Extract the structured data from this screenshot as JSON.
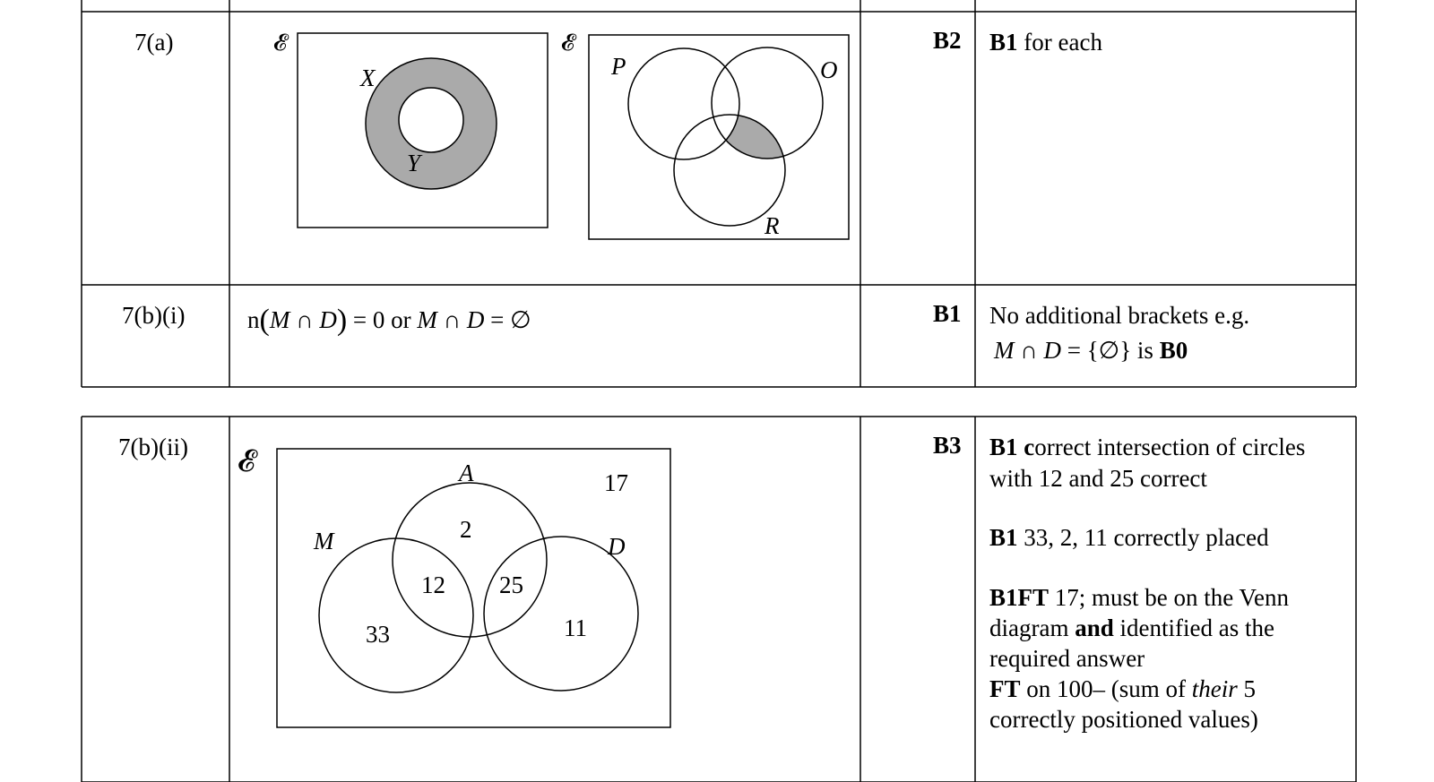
{
  "rows": [
    {
      "question": "7(a)",
      "marks": "B2",
      "venn1": {
        "universal": "𝓔",
        "set_x": "X",
        "set_y": "Y"
      },
      "venn2": {
        "universal": "𝓔",
        "set_p": "P",
        "set_o": "O",
        "set_r": "R"
      },
      "note": {
        "bold": "B1",
        "text": " for each"
      }
    },
    {
      "question": "7(b)(i)",
      "marks": "B1",
      "answer": {
        "n": "n",
        "lparen": "(",
        "m1": "M",
        "cap1": " ∩ ",
        "d1": "D",
        "rparen": ")",
        "eq0": " = 0 or ",
        "m2": "M",
        "cap2": " ∩ ",
        "d2": "D",
        "eqempty": " = ∅"
      },
      "note": {
        "line1": "No additional brackets e.g.",
        "m": "M",
        "cap": " ∩ ",
        "d": "D",
        "set": " = {∅}",
        "is": "  is ",
        "b0": "B0"
      }
    },
    {
      "question": "7(b)(ii)",
      "marks": "B3",
      "venn3": {
        "universal": "𝓔",
        "set_a": "A",
        "set_m": "M",
        "set_d": "D",
        "v_outside": "17",
        "v_a": "2",
        "v_ma": "12",
        "v_ad": "25",
        "v_m": "33",
        "v_d": "11"
      },
      "notes": {
        "n1_bold": "B1 c",
        "n1_text": "orrect intersection of circles",
        "n1_line2": "with 12 and 25 correct",
        "n2_bold": "B1",
        "n2_text": " 33, 2, 11 correctly placed",
        "n3_bold": "B1FT",
        "n3_text": " 17;  must be on the Venn",
        "n3_line2a": "diagram ",
        "n3_line2b": "and",
        "n3_line2c": " identified as the",
        "n3_line3": "required answer",
        "n4_bold": "FT",
        "n4_text": " on 100– (sum of ",
        "n4_it": "their",
        "n4_text2": " 5",
        "n4_line2": "correctly positioned values)"
      }
    }
  ]
}
